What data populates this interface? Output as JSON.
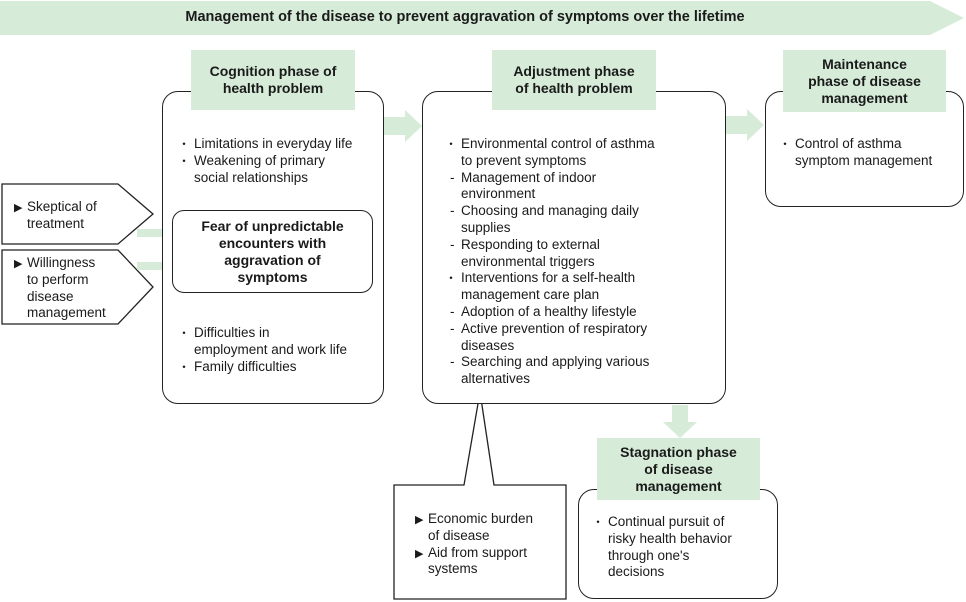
{
  "banner": {
    "text": "Management of the disease to prevent aggravation of symptoms over the lifetime"
  },
  "cognition": {
    "label": "Cognition phase of\nhealth problem",
    "items_top": [
      "Limitations in everyday life",
      "Weakening of primary\nsocial relationships"
    ],
    "core": "Fear of unpredictable\nencounters with\naggravation of\nsymptoms",
    "items_bottom": [
      "Difficulties in\nemployment and work life",
      "Family difficulties"
    ]
  },
  "influences": [
    "Skeptical of\ntreatment",
    "Willingness\nto perform\ndisease\nmanagement"
  ],
  "adjustment": {
    "label": "Adjustment phase\nof health problem",
    "item1": "Environmental control of asthma\nto prevent symptoms",
    "item1_subs": [
      "Management of indoor\nenvironment",
      "Choosing and managing daily\nsupplies",
      "Responding to external\nenvironmental triggers"
    ],
    "item2": "Interventions for a self-health\nmanagement care plan",
    "item2_subs": [
      "Adoption of a healthy lifestyle",
      "Active prevention of respiratory\ndiseases",
      "Searching and applying various\nalternatives"
    ]
  },
  "maintenance": {
    "label": "Maintenance\nphase of disease\nmanagement",
    "item": "Control of asthma\nsymptom management"
  },
  "factors": [
    "Economic burden\nof disease",
    "Aid from support\nsystems"
  ],
  "stagnation": {
    "label": "Stagnation phase\nof disease\nmanagement",
    "item": "Continual pursuit of\nrisky health behavior\nthrough one's\ndecisions"
  },
  "colors": {
    "label_fill": "#d6ebd8",
    "arrow_fill": "#d6ebd8",
    "border": "#222222"
  }
}
